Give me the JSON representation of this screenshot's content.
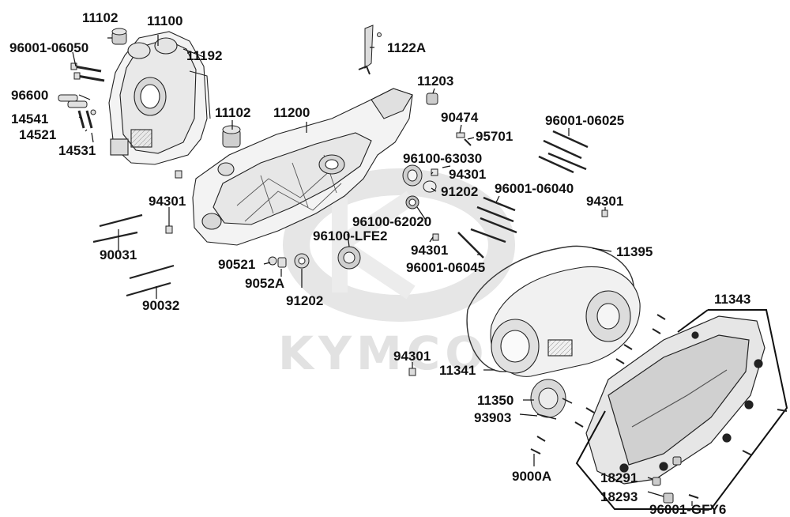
{
  "diagram": {
    "watermark": "KYMCO",
    "labels": [
      {
        "id": "l1",
        "text": "11102"
      },
      {
        "id": "l2",
        "text": "11100"
      },
      {
        "id": "l3",
        "text": "96001-06050"
      },
      {
        "id": "l4",
        "text": "11192"
      },
      {
        "id": "l5",
        "text": "1122A"
      },
      {
        "id": "l6",
        "text": "96600"
      },
      {
        "id": "l7",
        "text": "14541"
      },
      {
        "id": "l8",
        "text": "14521"
      },
      {
        "id": "l9",
        "text": "14531"
      },
      {
        "id": "l10",
        "text": "11102"
      },
      {
        "id": "l11",
        "text": "11200"
      },
      {
        "id": "l12",
        "text": "11203"
      },
      {
        "id": "l13",
        "text": "90474"
      },
      {
        "id": "l14",
        "text": "95701"
      },
      {
        "id": "l15",
        "text": "96001-06025"
      },
      {
        "id": "l16",
        "text": "96100-63030"
      },
      {
        "id": "l17",
        "text": "94301"
      },
      {
        "id": "l18",
        "text": "91202"
      },
      {
        "id": "l19",
        "text": "96001-06040"
      },
      {
        "id": "l20",
        "text": "94301"
      },
      {
        "id": "l21",
        "text": "94301"
      },
      {
        "id": "l22",
        "text": "96100-62020"
      },
      {
        "id": "l23",
        "text": "96100-LFE2"
      },
      {
        "id": "l24",
        "text": "94301"
      },
      {
        "id": "l25",
        "text": "96001-06045"
      },
      {
        "id": "l26",
        "text": "11395"
      },
      {
        "id": "l27",
        "text": "90031"
      },
      {
        "id": "l28",
        "text": "90521"
      },
      {
        "id": "l29",
        "text": "9052A"
      },
      {
        "id": "l30",
        "text": "91202"
      },
      {
        "id": "l31",
        "text": "90032"
      },
      {
        "id": "l32",
        "text": "11343"
      },
      {
        "id": "l33",
        "text": "94301"
      },
      {
        "id": "l34",
        "text": "11341"
      },
      {
        "id": "l35",
        "text": "11350"
      },
      {
        "id": "l36",
        "text": "93903"
      },
      {
        "id": "l37",
        "text": "9000A"
      },
      {
        "id": "l38",
        "text": "18291"
      },
      {
        "id": "l39",
        "text": "18293"
      },
      {
        "id": "l40",
        "text": "96001-GFY6"
      }
    ]
  },
  "colors": {
    "ink": "#111111",
    "watermark": "#e2e2e2",
    "part_fill": "#f2f2f2",
    "part_shade": "#cfcfcf",
    "part_dark": "#7a7a7a"
  }
}
